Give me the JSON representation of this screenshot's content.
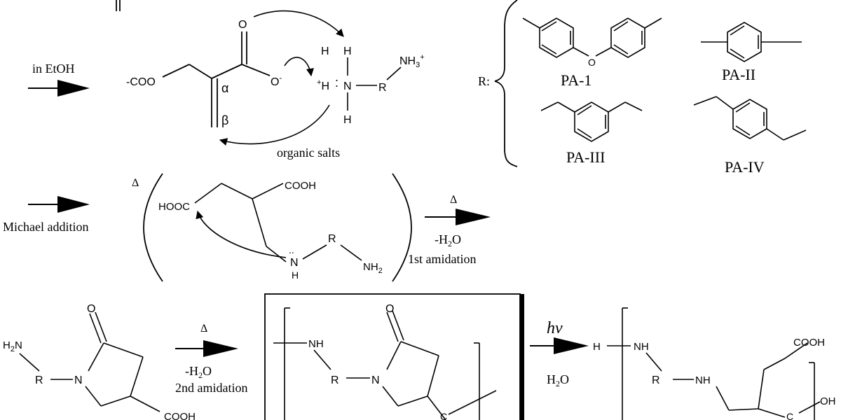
{
  "step1": {
    "arrow_label": "in EtOH",
    "carboxylate": "-COO",
    "acid_o": "O",
    "acid_o_minus": "O",
    "alpha": "α",
    "beta": "β",
    "h_plus": "H",
    "n_label": "N",
    "h_top1": "H",
    "h_top2": "H",
    "h_bottom": "H",
    "r_label": "R",
    "nh3": "NH3+",
    "salts_label": "organic salts"
  },
  "r_groups": {
    "prefix": "R:",
    "pa1": "PA-1",
    "pa2": "PA-II",
    "pa3": "PA-III",
    "pa4": "PA-IV",
    "o_label": "O"
  },
  "step2": {
    "arrow_label": "Michael addition",
    "delta": "Δ",
    "hooc": "HOOC",
    "cooh": "COOH",
    "n_label": "N",
    "h_label": "H",
    "r_label": "R",
    "nh2": "NH2",
    "next_delta": "Δ",
    "next_minus_h2o": "-H2O",
    "next_label": "1st amidation"
  },
  "step3": {
    "h2n": "H2N",
    "o_label": "O",
    "r_label": "R",
    "n_label": "N",
    "cooh": "COOH",
    "delta": "Δ",
    "minus_h2o": "-H2O",
    "label": "2nd amidation"
  },
  "polymer1": {
    "nh": "NH",
    "o_label": "O",
    "r_label": "R",
    "n_label": "N",
    "c_label": "C"
  },
  "step4": {
    "hv": "hv",
    "h2o": "H2O"
  },
  "polymer2": {
    "h_label": "H",
    "nh": "NH",
    "r_label": "R",
    "nh2": "NH",
    "cooh": "COOH",
    "c_label": "C",
    "oh": "OH"
  }
}
